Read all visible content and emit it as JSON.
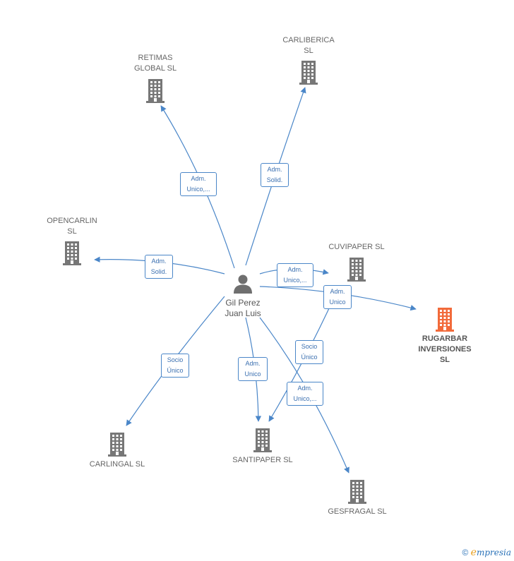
{
  "center": {
    "label": "Gil Perez\nJuan Luis",
    "icon": "person-icon"
  },
  "companies": [
    {
      "id": "retimas",
      "label": "RETIMAS\nGLOBAL  SL",
      "icon": "building-icon",
      "color": "#777777",
      "highlight": false
    },
    {
      "id": "carliberica",
      "label": "CARLIBERICA\nSL",
      "icon": "building-icon",
      "color": "#777777",
      "highlight": false
    },
    {
      "id": "opencarlin",
      "label": "OPENCARLIN\nSL",
      "icon": "building-icon",
      "color": "#777777",
      "highlight": false
    },
    {
      "id": "cuvipaper",
      "label": "CUVIPAPER SL",
      "icon": "building-icon",
      "color": "#777777",
      "highlight": false
    },
    {
      "id": "rugarbar",
      "label": "RUGARBAR\nINVERSIONES\nSL",
      "icon": "building-icon",
      "color": "#f26a3a",
      "highlight": true
    },
    {
      "id": "carlingal",
      "label": "CARLINGAL  SL",
      "icon": "building-icon",
      "color": "#777777",
      "highlight": false
    },
    {
      "id": "santipaper",
      "label": "SANTIPAPER  SL",
      "icon": "building-icon",
      "color": "#777777",
      "highlight": false
    },
    {
      "id": "gesfragal",
      "label": "GESFRAGAL  SL",
      "icon": "building-icon",
      "color": "#777777",
      "highlight": false
    }
  ],
  "relations": [
    {
      "from": "center",
      "to": "retimas",
      "label": "Adm.\nUnico,..."
    },
    {
      "from": "center",
      "to": "carliberica",
      "label": "Adm.\nSolid."
    },
    {
      "from": "center",
      "to": "opencarlin",
      "label": "Adm.\nSolid."
    },
    {
      "from": "center",
      "to": "cuvipaper",
      "label": "Adm.\nUnico,..."
    },
    {
      "from": "center",
      "to": "rugarbar",
      "label": "Adm.\nUnico"
    },
    {
      "from": "center",
      "to": "carlingal",
      "label": "Socio\nÚnico"
    },
    {
      "from": "center",
      "to": "santipaper",
      "label": "Adm.\nUnico"
    },
    {
      "from": "cuvipaper",
      "to": "santipaper",
      "label": "Socio\nÚnico"
    },
    {
      "from": "center",
      "to": "gesfragal",
      "label": "Adm.\nUnico,..."
    }
  ],
  "colors": {
    "edge": "#4a86c8",
    "building": "#777777",
    "highlight": "#f26a3a"
  },
  "footer": {
    "copyright": "©",
    "brand_first": "e",
    "brand_rest": "mpresia"
  }
}
